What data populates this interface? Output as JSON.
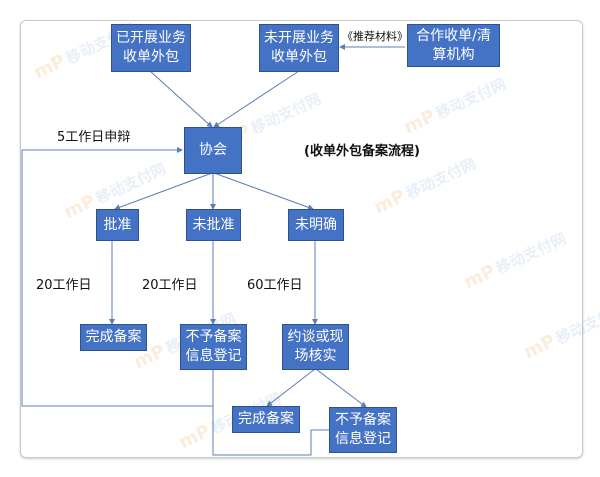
{
  "title": "(收单外包备案流程)",
  "watermark": "移动支付网",
  "watermark_logo": "mP",
  "colors": {
    "box": "#4472c4",
    "line": "#5b7fb5"
  },
  "nodes": {
    "existing": "已开展业务\n收单外包",
    "new": "未开展业务\n收单外包",
    "partner": "合作收单/清\n算机构",
    "association": "协会",
    "approved": "批准",
    "rejected": "未批准",
    "unclear": "未明确",
    "done1": "完成备案",
    "reject_reg1": "不予备案\n信息登记",
    "interview": "约谈或现\n场核实",
    "done2": "完成备案",
    "reject_reg2": "不予备案\n信息登记"
  },
  "labels": {
    "recommend": "《推荐材料》",
    "appeal": "5工作日申辩",
    "days_approved": "20工作日",
    "days_rejected": "20工作日",
    "days_unclear": "60工作日"
  }
}
